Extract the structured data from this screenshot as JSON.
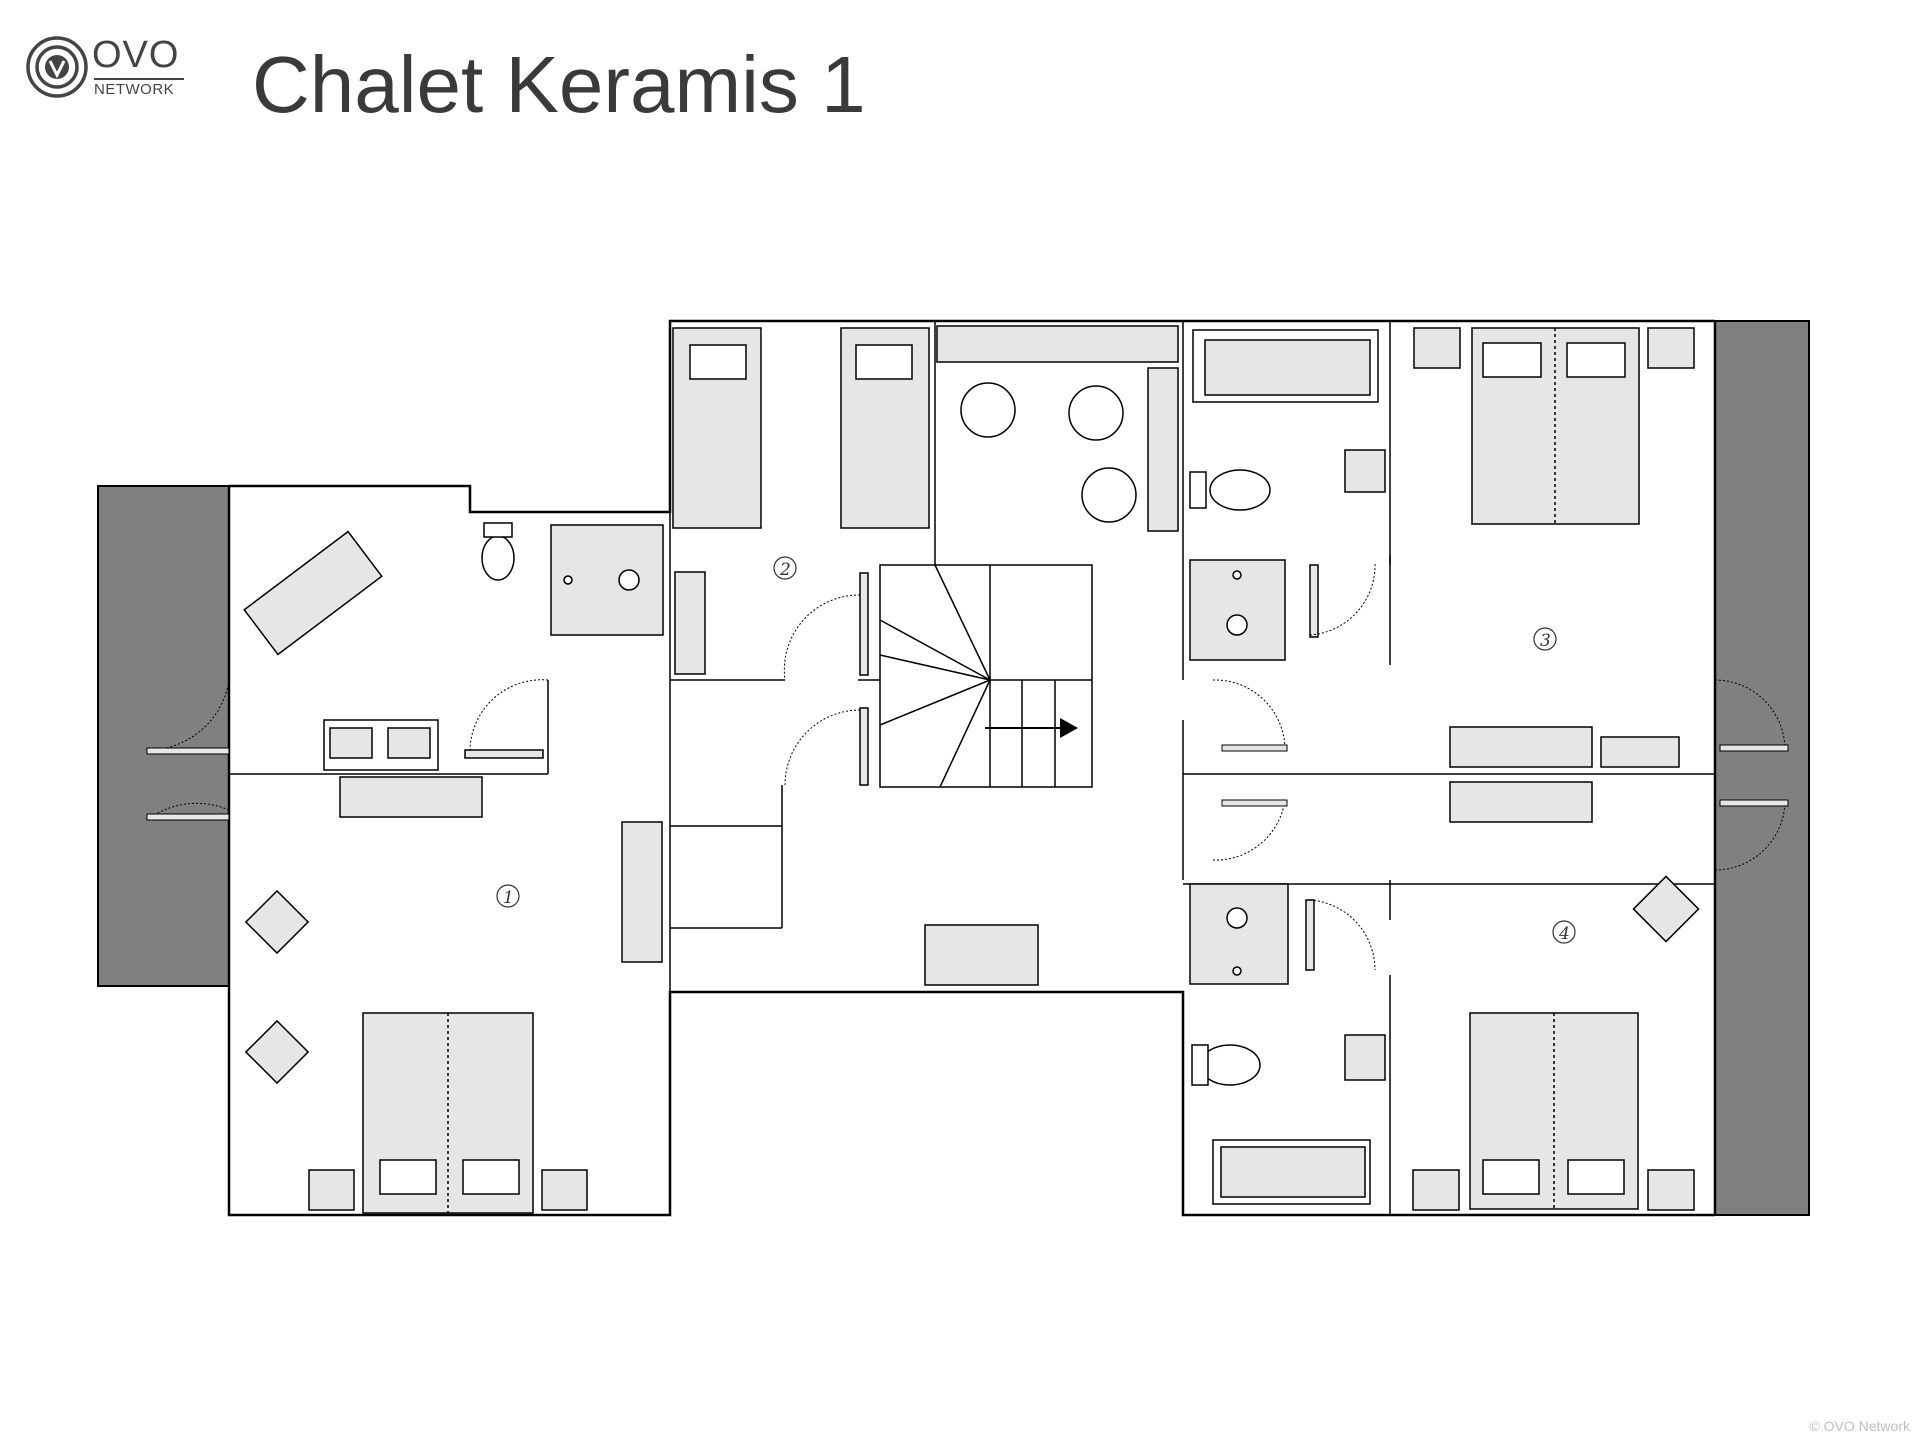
{
  "header": {
    "logo_main": "OVO",
    "logo_sub": "NETWORK",
    "logo_icon": "ovo-v-circle-icon",
    "title": "Chalet Keramis 1"
  },
  "rooms": {
    "room_1": "1",
    "room_2": "2",
    "room_3": "3",
    "room_4": "4"
  },
  "footer": {
    "copyright": "© OVO Network"
  },
  "colors": {
    "wall": "#000000",
    "furniture_fill": "#e6e6e6",
    "balcony": "#808080",
    "balcony_dark": "#7a7a7a"
  }
}
